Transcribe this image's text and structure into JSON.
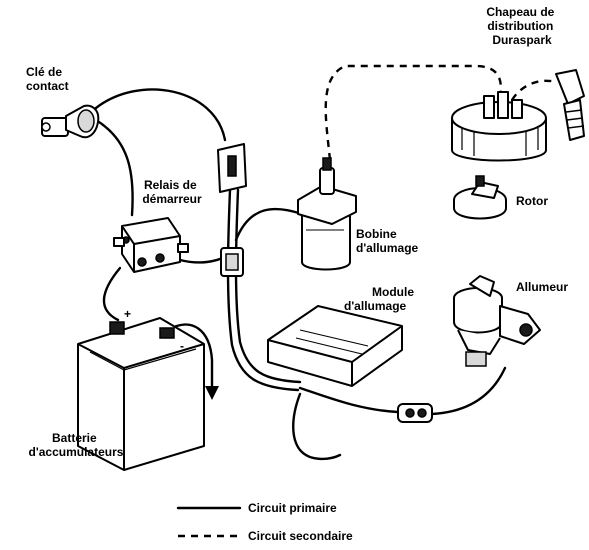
{
  "labels": {
    "ignition_switch": [
      "Clé de",
      "contact"
    ],
    "starter_relay": [
      "Relais de",
      "démarreur"
    ],
    "distributor_cap": [
      "Chapeau de",
      "distribution",
      "Duraspark"
    ],
    "rotor": [
      "Rotor"
    ],
    "ignition_coil": [
      "Bobine",
      "d'allumage"
    ],
    "ignition_module": [
      "Module",
      "d'allumage"
    ],
    "distributor": [
      "Allumeur"
    ],
    "battery": [
      "Batterie",
      "d'accumulateurs"
    ]
  },
  "battery_terminals": {
    "positive": "+",
    "negative": "-"
  },
  "legend": {
    "primary": "Circuit primaire",
    "secondary": "Circuit secondaire"
  }
}
